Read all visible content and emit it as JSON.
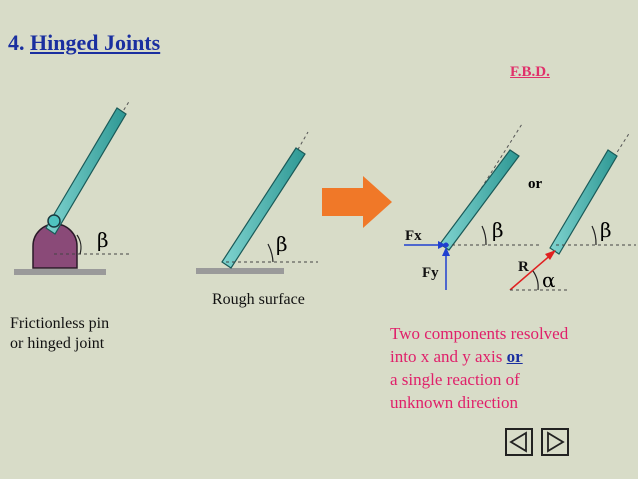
{
  "title": {
    "number": "4.",
    "text": "Hinged Joints"
  },
  "fbd_label": "F.B.D.",
  "or_label": "or",
  "symbols": {
    "beta": "β",
    "alpha": "α"
  },
  "force_labels": {
    "fx": "Fx",
    "fy": "Fy",
    "r": "R"
  },
  "captions": {
    "pin_line1": "Frictionless pin",
    "pin_line2": "or hinged joint",
    "rough": "Rough surface"
  },
  "description": {
    "line1": "Two components resolved",
    "line2_a": "into x and y axis ",
    "line2_or": "or",
    "line3": "a single reaction of",
    "line4": "unknown direction"
  },
  "colors": {
    "background": "#d8dcc8",
    "title": "#1a2fa0",
    "accent": "#e0306a",
    "rod": "#3fb3b0",
    "pin_body": "#8a4a78",
    "ground": "#9a9a9a",
    "arrow": "#f07828",
    "fx_force": "#2040d0",
    "r_force": "#e02020"
  },
  "icons": {
    "prev": "triangle-left-icon",
    "next": "triangle-right-icon"
  }
}
